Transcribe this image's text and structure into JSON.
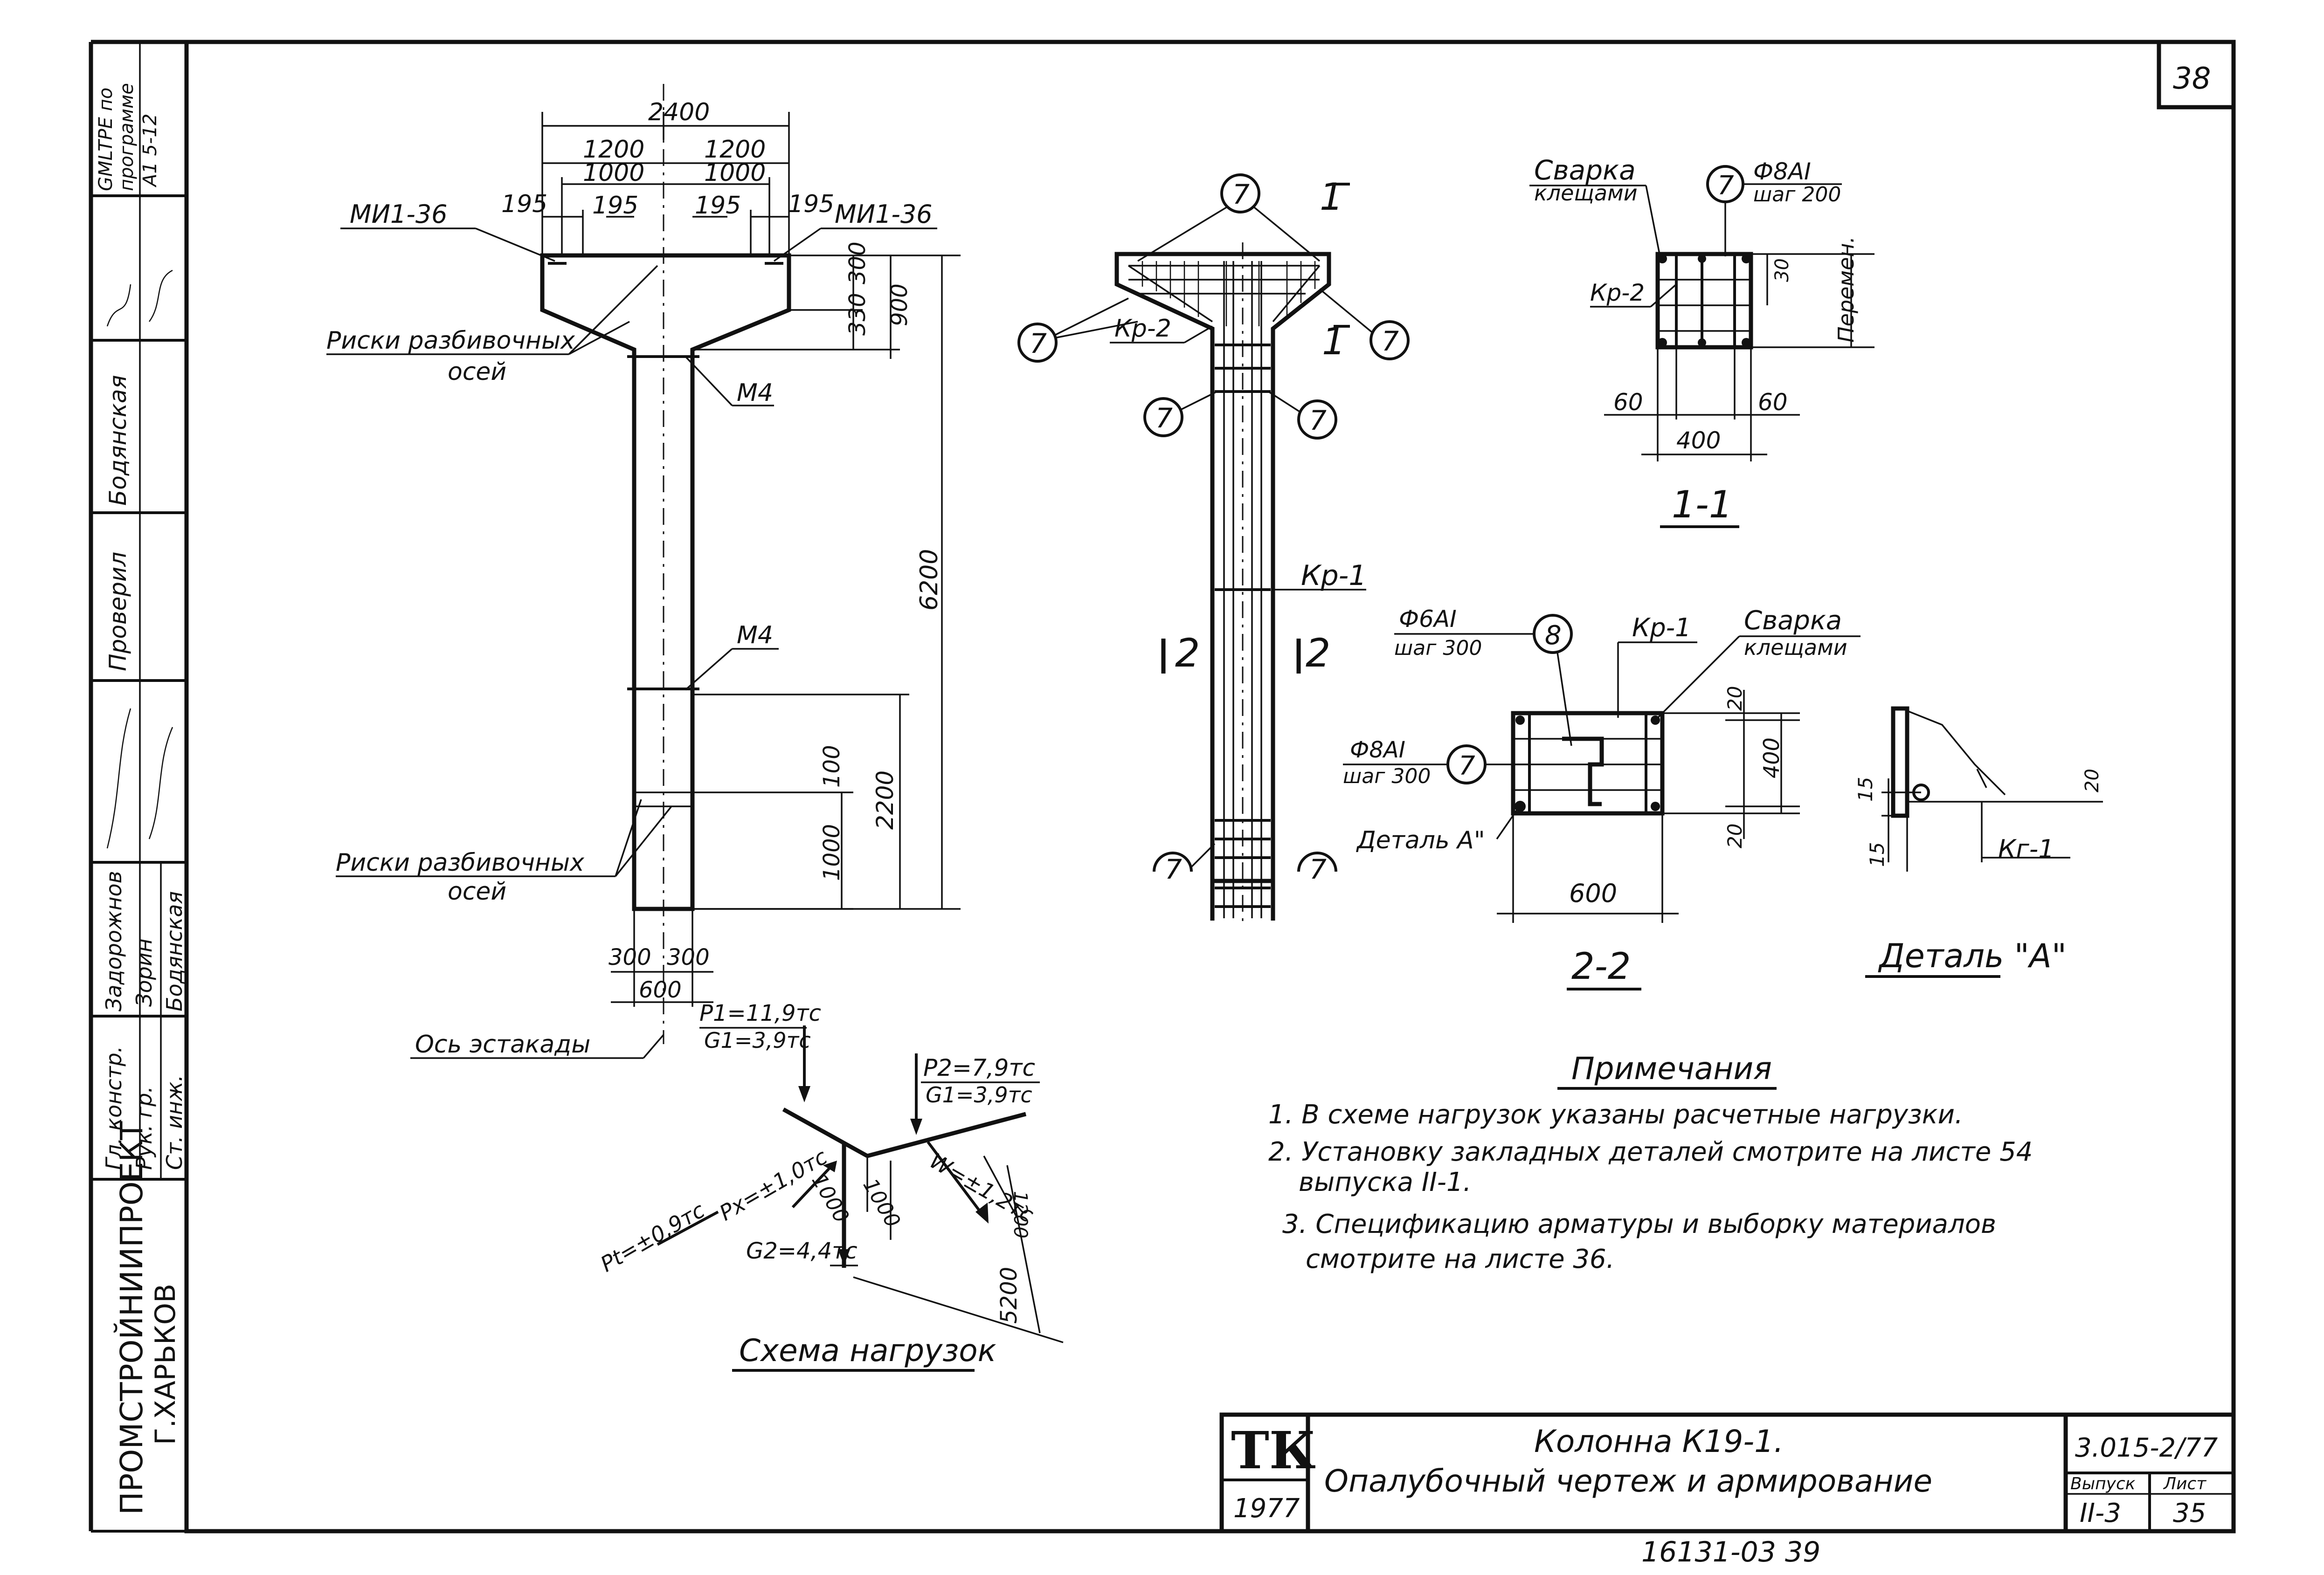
{
  "sheet": {
    "number": "38",
    "organization_line1": "ПРОМСТРОЙНИИПРОЕКТ",
    "organization_line2": "Г.ХАРЬКОВ",
    "stamp_top": [
      "GMLTPE по",
      "программе",
      "A1 5-12"
    ],
    "roles": [
      "Гл. констр.",
      "Рук. гр.",
      "Ст. инж."
    ],
    "names": [
      "Задорожнов",
      "Зорин",
      "Бодянская"
    ],
    "checked_label": "Проверил",
    "checked_name": "Бодянская",
    "bottom_stamp": "16131-03  39"
  },
  "title_block": {
    "logo": "ТК",
    "year": "1977",
    "title_line1": "Колонна К19-1.",
    "title_line2": "Опалубочный чертеж и армирование",
    "code": "3.015-2/77",
    "issue_label": "Выпуск",
    "sheet_label": "Лист",
    "issue_value": "II-3",
    "sheet_value": "35"
  },
  "elevation": {
    "dims": {
      "total": "2400",
      "half_left": "1200",
      "half_right": "1200",
      "inner_left": "1000",
      "inner_right": "1000",
      "edge": [
        "195",
        "195",
        "195",
        "195"
      ],
      "v330": "330",
      "v300": "300",
      "v900": "900",
      "v6200": "6200",
      "v100": "100",
      "v2200": "2200",
      "v1000": "1000",
      "b300a": "300",
      "b300b": "300",
      "b600": "600"
    },
    "labels": {
      "embed_left": "МИ1-36",
      "embed_right": "МИ1-36",
      "marks_top_1": "Риски разбивочных",
      "marks_top_2": "осей",
      "m4_top": "М4",
      "m4_mid": "М4",
      "marks_bot_1": "Риски разбивочных",
      "marks_bot_2": "осей",
      "axis": "Ось эстакады"
    }
  },
  "reinforcement": {
    "section_marks": [
      "1",
      "1",
      "2",
      "2"
    ],
    "bubble_7": "7",
    "kr2": "Кр-2",
    "kr1": "Кр-1"
  },
  "section_11": {
    "weld_1": "Сварка",
    "weld_2": "клещами",
    "bar": "Ф8АI",
    "step": "шаг 200",
    "bubble": "7",
    "kr2": "Кр-2",
    "d30": "30",
    "var": "Перемен.",
    "d60a": "60",
    "d60b": "60",
    "d400": "400",
    "caption": "1-1"
  },
  "section_22": {
    "bar8": "Ф6АI",
    "step8": "шаг 300",
    "bubble8": "8",
    "kr1": "Кр-1",
    "weld_1": "Сварка",
    "weld_2": "клещами",
    "bar7": "Ф8АI",
    "step7": "шаг 300",
    "bubble7": "7",
    "detail": "Деталь А\"",
    "d20a": "20",
    "d400": "400",
    "d20b": "20",
    "d600": "600",
    "caption": "2-2"
  },
  "detail_a": {
    "d15a": "15",
    "d15b": "15",
    "d20": "20",
    "kr": "Кг-1",
    "caption": "Деталь \"А\""
  },
  "loads": {
    "p1": "P1=11,9тс",
    "g1": "G1=3,9тс",
    "p2": "P2=7,9тс",
    "g2top": "G1=3,9тс",
    "w": "W=±1,2тс",
    "px": "Px=±1,0тс",
    "pt": "Pt=±0,9тс",
    "g2": "G2=4,4тс",
    "d1000a": "1000",
    "d1000b": "1000",
    "d1200": "1200",
    "d5200": "5200",
    "caption": "Схема нагрузок"
  },
  "notes": {
    "title": "Примечания",
    "line1": "1. В схеме нагрузок указаны расчетные нагрузки.",
    "line2": "2. Установку закладных деталей смотрите на листе 54",
    "line3": "выпуска II-1.",
    "line4": "3. Спецификацию арматуры и выборку материалов",
    "line5": "смотрите на листе 36."
  }
}
